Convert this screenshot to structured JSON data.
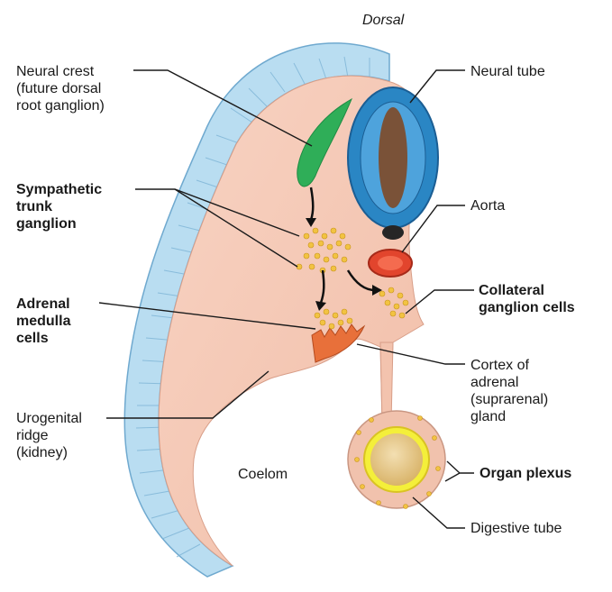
{
  "orientation_label": "Dorsal",
  "labels": {
    "neural_crest": [
      "Neural crest",
      "(future dorsal",
      "root ganglion)"
    ],
    "neural_tube": "Neural tube",
    "sympathetic_trunk_ganglion": [
      "Sympathetic",
      "trunk",
      "ganglion"
    ],
    "aorta": "Aorta",
    "adrenal_medulla_cells": [
      "Adrenal",
      "medulla",
      "cells"
    ],
    "collateral_ganglion_cells": [
      "Collateral",
      "ganglion cells"
    ],
    "cortex_of_adrenal_gland": [
      "Cortex of",
      "adrenal",
      "(suprarenal)",
      "gland"
    ],
    "urogenital_ridge": [
      "Urogenital",
      "ridge",
      "(kidney)"
    ],
    "coelom": "Coelom",
    "organ_plexus": "Organ plexus",
    "digestive_tube": "Digestive tube"
  },
  "colors": {
    "body_tissue": "#f6c9b7",
    "ectoderm": "#a7d3ec",
    "neural_tube": "#2a86c4",
    "neural_crest": "#2fae58",
    "aorta": "#e2452d",
    "notochord": "#262626",
    "adrenal_cortex": "#e8703a",
    "ganglion_cells": "#f2c342",
    "gut_lining": "#f4ef3a"
  }
}
